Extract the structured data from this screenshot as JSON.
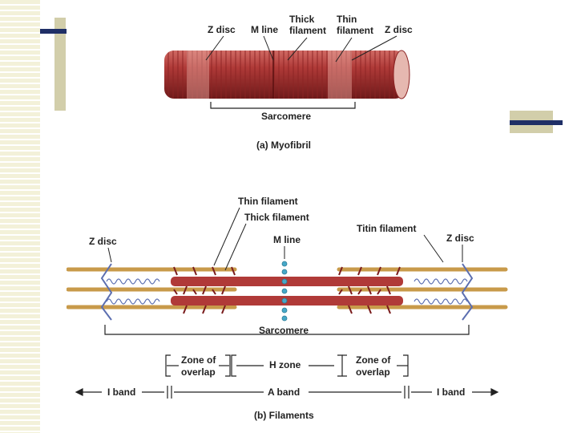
{
  "myofibril": {
    "label_z_disc_left": "Z disc",
    "label_m_line": "M line",
    "label_thick_line1": "Thick",
    "label_thick_line2": "filament",
    "label_thin_line1": "Thin",
    "label_thin_line2": "filament",
    "label_z_disc_right": "Z disc",
    "label_sarcomere": "Sarcomere",
    "caption": "(a) Myofibril"
  },
  "filaments": {
    "label_thin_filament": "Thin filament",
    "label_thick_filament": "Thick filament",
    "label_titin_filament": "Titin filament",
    "label_z_disc_left": "Z disc",
    "label_m_line": "M line",
    "label_z_disc_right": "Z disc",
    "label_sarcomere": "Sarcomere",
    "zone_overlap_left_line1": "Zone of",
    "zone_overlap_left_line2": "overlap",
    "h_zone": "H zone",
    "zone_overlap_right_line1": "Zone of",
    "zone_overlap_right_line2": "overlap",
    "i_band_left": "I band",
    "a_band": "A band",
    "i_band_right": "I band",
    "caption": "(b) Filaments"
  },
  "colors": {
    "muscle_red": "#b03a38",
    "muscle_dark": "#7a1c1c",
    "actin_tan": "#c89a4a",
    "titin_blue": "#5b6eb0",
    "mline_cyan": "#46a8c8",
    "deco_navy": "#1f2f66",
    "deco_olive": "#d2ceaa"
  }
}
